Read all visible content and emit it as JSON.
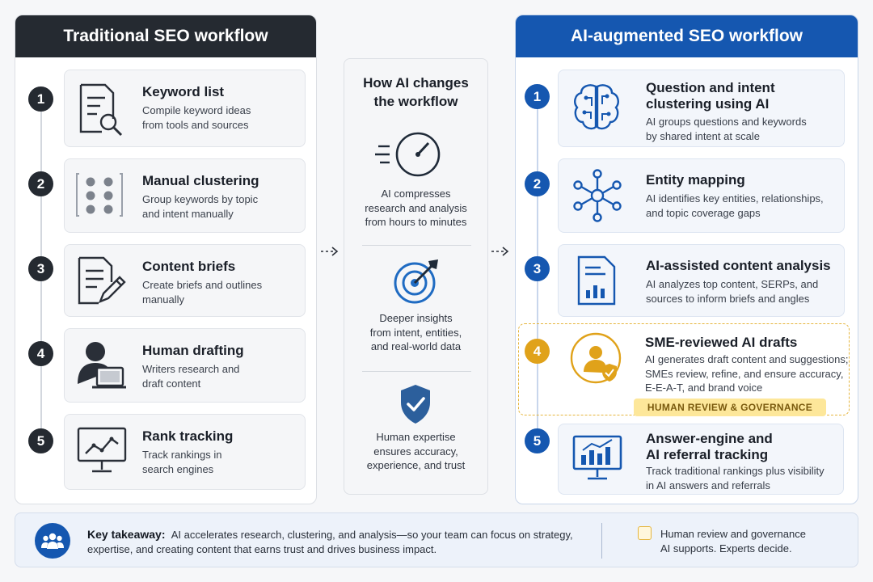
{
  "left": {
    "title": "Traditional SEO workflow",
    "steps": [
      {
        "num": "1",
        "title": "Keyword list",
        "desc1": "Compile keyword ideas",
        "desc2": "from tools and sources",
        "icon": "document-search-icon"
      },
      {
        "num": "2",
        "title": "Manual clustering",
        "desc1": "Group keywords by topic",
        "desc2": "and intent manually",
        "icon": "dot-grid-icon"
      },
      {
        "num": "3",
        "title": "Content briefs",
        "desc1": "Create briefs and outlines",
        "desc2": "manually",
        "icon": "document-pencil-icon"
      },
      {
        "num": "4",
        "title": "Human drafting",
        "desc1": "Writers research and",
        "desc2": "draft content",
        "icon": "person-laptop-icon"
      },
      {
        "num": "5",
        "title": "Rank tracking",
        "desc1": "Track rankings in",
        "desc2": "search engines",
        "icon": "monitor-chart-icon"
      }
    ]
  },
  "middle": {
    "title1": "How AI changes",
    "title2": "the workflow",
    "items": [
      {
        "icon": "speedometer-icon",
        "l1": "AI compresses",
        "l2": "research and analysis",
        "l3": "from hours to minutes"
      },
      {
        "icon": "target-icon",
        "l1": "Deeper insights",
        "l2": "from intent, entities,",
        "l3": "and real-world data"
      },
      {
        "icon": "shield-check-icon",
        "l1": "Human expertise",
        "l2": "ensures accuracy,",
        "l3": "experience, and trust"
      }
    ]
  },
  "right": {
    "title": "AI-augmented SEO workflow",
    "steps": [
      {
        "num": "1",
        "title1": "Question and intent",
        "title2": "clustering using AI",
        "desc1": "AI groups questions and keywords",
        "desc2": "by shared intent at scale",
        "icon": "brain-circuit-icon"
      },
      {
        "num": "2",
        "title1": "Entity mapping",
        "title2": "",
        "desc1": "AI identifies key entities, relationships,",
        "desc2": "and topic coverage gaps",
        "icon": "network-nodes-icon"
      },
      {
        "num": "3",
        "title1": "AI-assisted content analysis",
        "title2": "",
        "desc1": "AI analyzes top content, SERPs, and",
        "desc2": "sources to inform briefs and angles",
        "icon": "document-chart-icon"
      },
      {
        "num": "4",
        "title1": "SME-reviewed AI drafts",
        "title2": "",
        "desc1": "AI generates draft content and suggestions;",
        "desc2": "SMEs review, refine, and ensure accuracy,",
        "desc3": "E-E-A-T, and brand voice",
        "badge": "HUMAN REVIEW & GOVERNANCE",
        "icon": "person-shield-icon"
      },
      {
        "num": "5",
        "title1": "Answer-engine and",
        "title2": "AI referral tracking",
        "desc1": "Track traditional rankings plus visibility",
        "desc2": "in AI answers and referrals",
        "icon": "monitor-bar-chart-icon"
      }
    ]
  },
  "footer": {
    "label": "Key takeaway:",
    "text1": "AI accelerates research, clustering, and analysis—so your team can focus on strategy,",
    "text2": "expertise, and creating content that earns trust and drives business impact.",
    "legend1": "Human review and governance",
    "legend2": "AI supports. Experts decide.",
    "icon": "team-icon"
  },
  "colors": {
    "dark": "#252a31",
    "blue": "#1557b0",
    "gold": "#e0a21a",
    "gold_bg": "#fff7dc"
  }
}
